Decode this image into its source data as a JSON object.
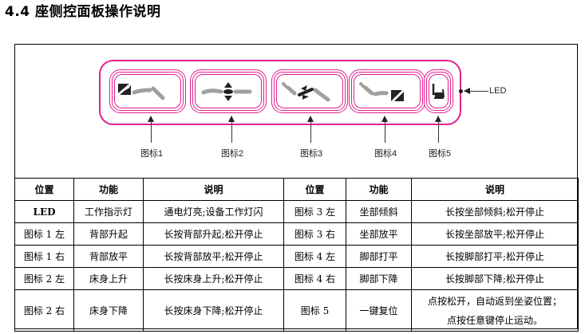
{
  "section": {
    "title": "4.4  座侧控面板操作说明"
  },
  "panel": {
    "led_label": "LED",
    "buttons": [
      {
        "label": "图标1",
        "icon": "backrest-up-down-icon"
      },
      {
        "label": "图标2",
        "icon": "bed-raise-lower-icon"
      },
      {
        "label": "图标3",
        "icon": "seat-tilt-icon"
      },
      {
        "label": "图标4",
        "icon": "leg-rest-icon"
      },
      {
        "label": "图标5",
        "icon": "chair-reset-icon"
      }
    ],
    "colors": {
      "frame": "#e3208f",
      "icon_dark": "#222222",
      "icon_gray": "#a0a0a0"
    }
  },
  "table": {
    "headers": [
      "位置",
      "功能",
      "说明",
      "位置",
      "功能",
      "说明"
    ],
    "rows": [
      [
        "LED",
        "工作指示灯",
        "通电灯亮;设备工作灯闪",
        "图标 3 左",
        "坐部倾斜",
        "长按坐部倾斜;松开停止"
      ],
      [
        "图标 1 左",
        "背部升起",
        "长按背部升起;松开停止",
        "图标 3 右",
        "坐部放平",
        "长按坐部放平;松开停止"
      ],
      [
        "图标 1 右",
        "背部放平",
        "长按背部放平;松开停止",
        "图标 4 左",
        "脚部打平",
        "长按脚部打平;松开停止"
      ],
      [
        "图标 2 左",
        "床身上升",
        "长按床身上升;松开停止",
        "图标 4 右",
        "脚部下降",
        "长按脚部下降;松开停止"
      ],
      [
        "图标 2 右",
        "床身下降",
        "长按床身下降;松开停止",
        "图标 5",
        "一键复位",
        "点按松开，自动返到坐姿位置；",
        "点按任意键停止运动。"
      ]
    ]
  }
}
